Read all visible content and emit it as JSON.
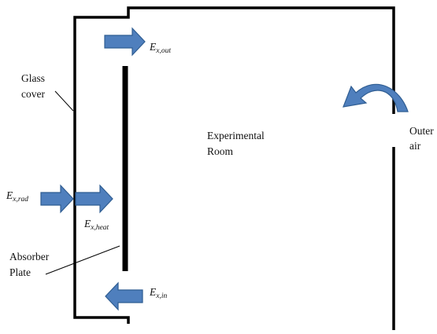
{
  "labels": {
    "glass_cover": [
      "Glass",
      "cover"
    ],
    "experimental_room": [
      "Experimental",
      "Room"
    ],
    "outer_air": [
      "Outer",
      "air"
    ],
    "absorber_plate": [
      "Absorber",
      "Plate"
    ]
  },
  "energy_terms": {
    "out": {
      "symbol": "E",
      "subscript": "x,out"
    },
    "rad": {
      "symbol": "E",
      "subscript": "x,rad"
    },
    "heat": {
      "symbol": "E",
      "subscript": "x,heat"
    },
    "in": {
      "symbol": "E",
      "subscript": "x,in"
    }
  },
  "colors": {
    "arrow_fill": "#4f7fbd",
    "arrow_stroke": "#2f5d92",
    "line": "#000000"
  }
}
